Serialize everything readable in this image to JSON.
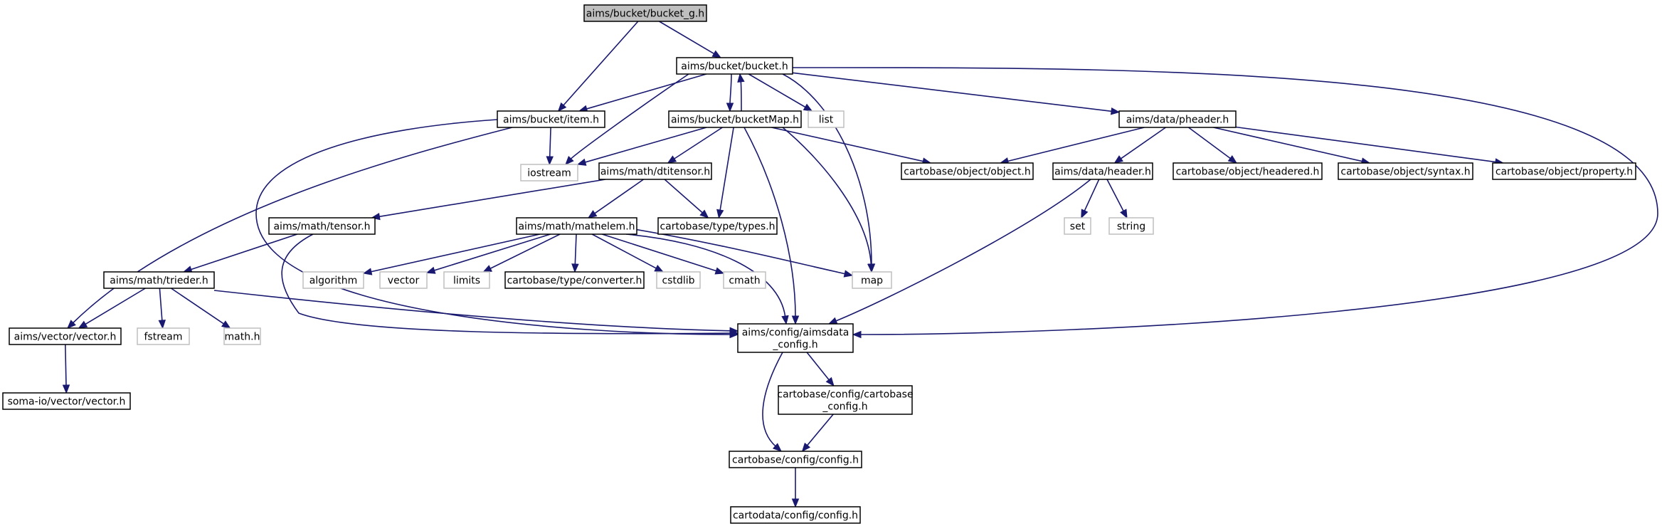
{
  "graph": {
    "nodes": [
      {
        "id": "bucket_g",
        "lines": [
          "aims/bucket/bucket_g.h"
        ],
        "kind": "root"
      },
      {
        "id": "bucket",
        "lines": [
          "aims/bucket/bucket.h"
        ],
        "kind": "proj"
      },
      {
        "id": "item",
        "lines": [
          "aims/bucket/item.h"
        ],
        "kind": "proj"
      },
      {
        "id": "bucketMap",
        "lines": [
          "aims/bucket/bucketMap.h"
        ],
        "kind": "proj"
      },
      {
        "id": "list",
        "lines": [
          "list"
        ],
        "kind": "ext"
      },
      {
        "id": "pheader",
        "lines": [
          "aims/data/pheader.h"
        ],
        "kind": "proj"
      },
      {
        "id": "iostream",
        "lines": [
          "iostream"
        ],
        "kind": "ext"
      },
      {
        "id": "dtitensor",
        "lines": [
          "aims/math/dtitensor.h"
        ],
        "kind": "proj"
      },
      {
        "id": "object",
        "lines": [
          "cartobase/object/object.h"
        ],
        "kind": "proj"
      },
      {
        "id": "header",
        "lines": [
          "aims/data/header.h"
        ],
        "kind": "proj"
      },
      {
        "id": "headered",
        "lines": [
          "cartobase/object/headered.h"
        ],
        "kind": "proj"
      },
      {
        "id": "syntax",
        "lines": [
          "cartobase/object/syntax.h"
        ],
        "kind": "proj"
      },
      {
        "id": "property",
        "lines": [
          "cartobase/object/property.h"
        ],
        "kind": "proj"
      },
      {
        "id": "tensor",
        "lines": [
          "aims/math/tensor.h"
        ],
        "kind": "proj"
      },
      {
        "id": "mathelem",
        "lines": [
          "aims/math/mathelem.h"
        ],
        "kind": "proj"
      },
      {
        "id": "types",
        "lines": [
          "cartobase/type/types.h"
        ],
        "kind": "proj"
      },
      {
        "id": "set",
        "lines": [
          "set"
        ],
        "kind": "ext"
      },
      {
        "id": "string",
        "lines": [
          "string"
        ],
        "kind": "ext"
      },
      {
        "id": "trieder",
        "lines": [
          "aims/math/trieder.h"
        ],
        "kind": "proj"
      },
      {
        "id": "algorithm",
        "lines": [
          "algorithm"
        ],
        "kind": "ext"
      },
      {
        "id": "vector",
        "lines": [
          "vector"
        ],
        "kind": "ext"
      },
      {
        "id": "limits",
        "lines": [
          "limits"
        ],
        "kind": "ext"
      },
      {
        "id": "converter",
        "lines": [
          "cartobase/type/converter.h"
        ],
        "kind": "proj"
      },
      {
        "id": "cstdlib",
        "lines": [
          "cstdlib"
        ],
        "kind": "ext"
      },
      {
        "id": "cmath",
        "lines": [
          "cmath"
        ],
        "kind": "ext"
      },
      {
        "id": "map",
        "lines": [
          "map"
        ],
        "kind": "ext"
      },
      {
        "id": "vectorh",
        "lines": [
          "aims/vector/vector.h"
        ],
        "kind": "proj"
      },
      {
        "id": "fstream",
        "lines": [
          "fstream"
        ],
        "kind": "ext"
      },
      {
        "id": "mathh",
        "lines": [
          "math.h"
        ],
        "kind": "ext"
      },
      {
        "id": "aimsdata_config",
        "lines": [
          "aims/config/aimsdata",
          "_config.h"
        ],
        "kind": "proj"
      },
      {
        "id": "soma_vector",
        "lines": [
          "soma-io/vector/vector.h"
        ],
        "kind": "proj"
      },
      {
        "id": "cartobase_config",
        "lines": [
          "cartobase/config/cartobase",
          "_config.h"
        ],
        "kind": "proj"
      },
      {
        "id": "cb_config",
        "lines": [
          "cartobase/config/config.h"
        ],
        "kind": "proj"
      },
      {
        "id": "cd_config",
        "lines": [
          "cartodata/config/config.h"
        ],
        "kind": "proj"
      }
    ],
    "edges": [
      [
        "bucket_g",
        "bucket"
      ],
      [
        "bucket_g",
        "item"
      ],
      [
        "bucket",
        "item"
      ],
      [
        "bucket",
        "bucketMap"
      ],
      [
        "bucket",
        "list"
      ],
      [
        "bucket",
        "pheader"
      ],
      [
        "bucket",
        "iostream"
      ],
      [
        "bucket",
        "map"
      ],
      [
        "bucket",
        "aimsdata_config"
      ],
      [
        "bucketMap",
        "bucket"
      ],
      [
        "item",
        "iostream"
      ],
      [
        "item",
        "vectorh"
      ],
      [
        "item",
        "aimsdata_config"
      ],
      [
        "bucketMap",
        "iostream"
      ],
      [
        "bucketMap",
        "dtitensor"
      ],
      [
        "bucketMap",
        "object"
      ],
      [
        "bucketMap",
        "types"
      ],
      [
        "bucketMap",
        "map"
      ],
      [
        "bucketMap",
        "aimsdata_config"
      ],
      [
        "pheader",
        "object"
      ],
      [
        "pheader",
        "header"
      ],
      [
        "pheader",
        "headered"
      ],
      [
        "pheader",
        "syntax"
      ],
      [
        "pheader",
        "property"
      ],
      [
        "header",
        "set"
      ],
      [
        "header",
        "string"
      ],
      [
        "header",
        "aimsdata_config"
      ],
      [
        "dtitensor",
        "tensor"
      ],
      [
        "dtitensor",
        "mathelem"
      ],
      [
        "dtitensor",
        "types"
      ],
      [
        "tensor",
        "trieder"
      ],
      [
        "tensor",
        "aimsdata_config"
      ],
      [
        "mathelem",
        "algorithm"
      ],
      [
        "mathelem",
        "vector"
      ],
      [
        "mathelem",
        "limits"
      ],
      [
        "mathelem",
        "converter"
      ],
      [
        "mathelem",
        "cstdlib"
      ],
      [
        "mathelem",
        "cmath"
      ],
      [
        "mathelem",
        "map"
      ],
      [
        "mathelem",
        "aimsdata_config"
      ],
      [
        "trieder",
        "vectorh"
      ],
      [
        "trieder",
        "fstream"
      ],
      [
        "trieder",
        "mathh"
      ],
      [
        "trieder",
        "aimsdata_config"
      ],
      [
        "vectorh",
        "soma_vector"
      ],
      [
        "aimsdata_config",
        "cartobase_config"
      ],
      [
        "aimsdata_config",
        "cb_config"
      ],
      [
        "cartobase_config",
        "cb_config"
      ],
      [
        "cb_config",
        "cd_config"
      ]
    ]
  }
}
